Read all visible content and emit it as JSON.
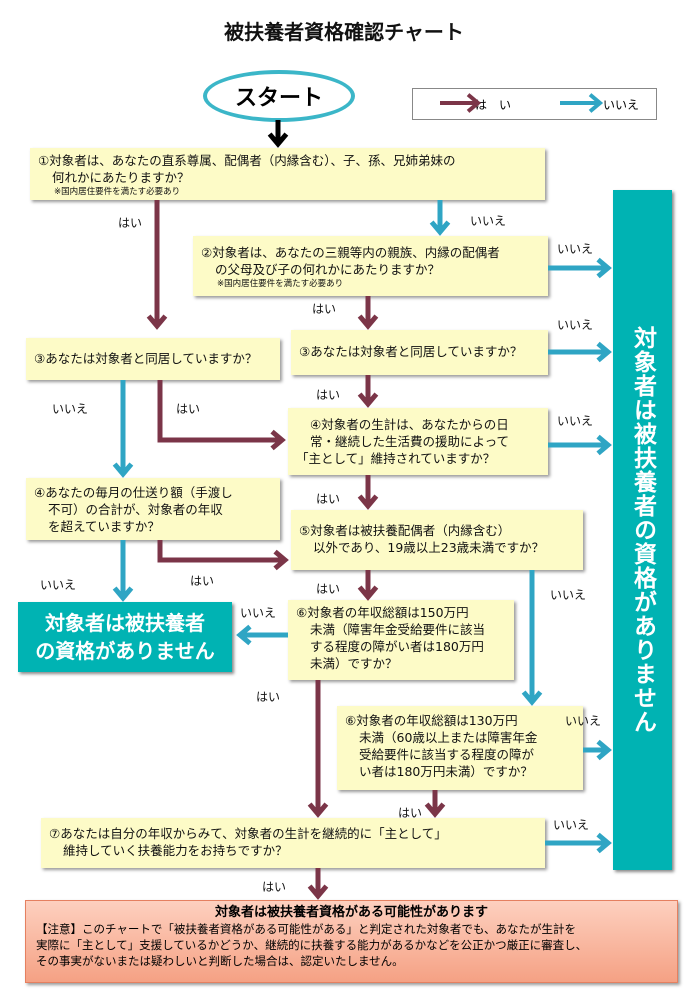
{
  "title": "被扶養者資格確認チャート",
  "start": "スタート",
  "legend": {
    "yes": "は　い",
    "no": "いいえ",
    "yes_color": "#7b3548",
    "no_color": "#2fa5c4"
  },
  "yes": "はい",
  "no": "いいえ",
  "q1": {
    "l1": "①対象者は、あなたの直系尊属、配偶者（内縁含む）、子、孫、兄姉弟妹の",
    "l2": "何れかにあたりますか？",
    "note": "※国内居住要件を満たす必要あり"
  },
  "q2": {
    "l1": "②対象者は、あなたの三親等内の親族、内縁の配偶者",
    "l2": "の父母及び子の何れかにあたりますか？",
    "note": "※国内居住要件を満たす必要あり"
  },
  "q3l": "③あなたは対象者と同居していますか？",
  "q3r": "③あなたは対象者と同居していますか？",
  "q4r": {
    "l1": "④対象者の生計は、あなたからの日",
    "l2": "常・継続した生活費の援助によって",
    "l3": "「主として」維持されていますか？"
  },
  "q4l": {
    "l1": "④あなたの毎月の仕送り額（手渡し",
    "l2": "不可）の合計が、対象者の年収",
    "l3": "を超えていますか？"
  },
  "q5": {
    "l1": "⑤対象者は被扶養配偶者（内縁含む）",
    "l2": "以外であり、19歳以上23歳未満ですか？"
  },
  "q6a": {
    "l1": "⑥対象者の年収総額は150万円",
    "l2": "未満（障害年金受給要件に該当",
    "l3": "する程度の障がい者は180万円",
    "l4": "未満）ですか？"
  },
  "q6b": {
    "l1": "⑥対象者の年収総額は130万円",
    "l2": "未満（60歳以上または障害年金",
    "l3": "受給要件に該当する程度の障が",
    "l4": "い者は180万円未満）ですか？"
  },
  "q7": {
    "l1": "⑦あなたは自分の年収からみて、対象者の生計を継続的に「主として」",
    "l2": "維持していく扶養能力をお持ちですか？"
  },
  "result_no": "対象者は被扶養者の資格がありません",
  "result_no_left": {
    "l1": "対象者は被扶養者",
    "l2": "の資格がありません"
  },
  "result_yes": {
    "title": "対象者は被扶養者資格がある可能性があります",
    "l1": "【注意】このチャートで「被扶養者資格がある可能性がある」と判定された対象者でも、あなたが生計を",
    "l2": "実際に「主として」支援しているかどうか、継続的に扶養する能力があるかなどを公正かつ厳正に審査し、",
    "l3": "その事実がないまたは疑わしいと判断した場合は、認定いたしません。"
  }
}
